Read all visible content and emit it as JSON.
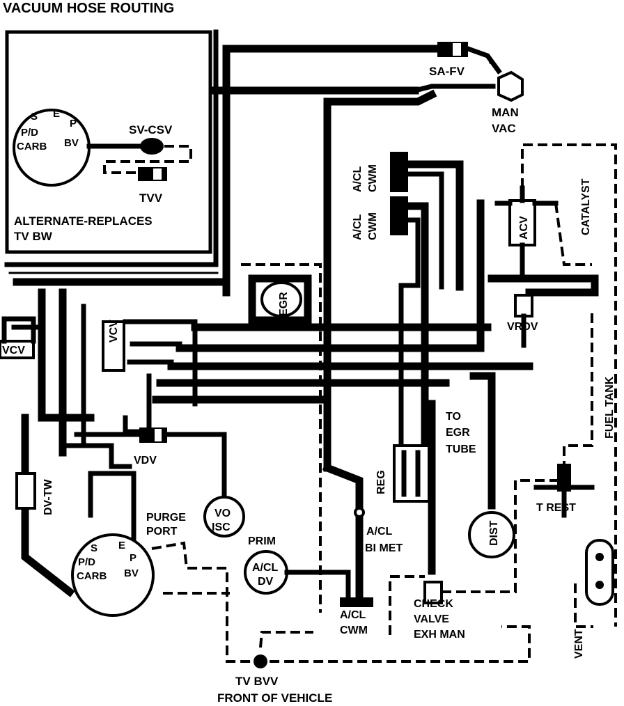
{
  "title": "VACUUM HOSE ROUTING",
  "colors": {
    "line": "#000000",
    "background": "#ffffff"
  },
  "labels": {
    "sa_fv": "SA-FV",
    "man_vac_1": "MAN",
    "man_vac_2": "VAC",
    "top_carb_s": "S",
    "top_carb_e": "E",
    "top_carb_pd": "P/D",
    "top_carb_p": "P",
    "top_carb_carb": "CARB",
    "top_carb_bv": "BV",
    "sv_csv": "SV-CSV",
    "tvv": "TVV",
    "alternate_1": "ALTERNATE-REPLACES",
    "alternate_2": "TV BW",
    "acl_cwm_top_1": "A/CL",
    "acl_cwm_top_2": "CWM",
    "acl_cwm_mid_1": "A/CL",
    "acl_cwm_mid_2": "CWM",
    "acv": "ACV",
    "catalyst": "CATALYST",
    "egr": "EGR",
    "vcv_center": "VCV",
    "vcv_left": "VCV",
    "vrdv": "VRDV",
    "fuel_tank": "FUEL TANK",
    "to_egr_tube_1": "TO",
    "to_egr_tube_2": "EGR",
    "to_egr_tube_3": "TUBE",
    "vdv": "VDV",
    "dv_tw": "DV-TW",
    "reg": "REG",
    "t_rest": "T REST",
    "purge_port_1": "PURGE",
    "purge_port_2": "PORT",
    "vo_isc_1": "VO",
    "vo_isc_2": "ISC",
    "prim": "PRIM",
    "acl_dv_1": "A/CL",
    "acl_dv_2": "DV",
    "acl_bimet_1": "A/CL",
    "acl_bimet_2": "BI MET",
    "dist": "DIST",
    "bottom_carb_s": "S",
    "bottom_carb_e": "E",
    "bottom_carb_pd": "P/D",
    "bottom_carb_p": "P",
    "bottom_carb_carb": "CARB",
    "bottom_carb_bv": "BV",
    "check_valve_1": "CHECK",
    "check_valve_2": "VALVE",
    "check_valve_3": "EXH MAN",
    "acl_cwm_bottom_1": "A/CL",
    "acl_cwm_bottom_2": "CWM",
    "vent": "VENT",
    "tv_bvv": "TV BVV",
    "front_of_vehicle": "FRONT OF VEHICLE"
  }
}
